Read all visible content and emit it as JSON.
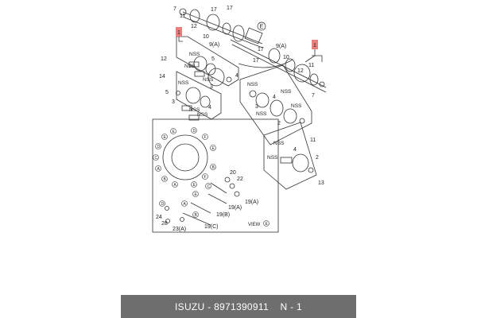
{
  "diagram": {
    "callouts": {
      "c7_top": "7",
      "c11_top": "11",
      "c12_top": "12",
      "c17_a": "17",
      "c17_b": "17",
      "c10_top": "10",
      "c9a_top": "9(A)",
      "c17_c": "17",
      "c9a_right": "9(A)",
      "c17_d": "17",
      "c10_right": "10",
      "c12_right": "12",
      "c11_right": "11",
      "c7_right": "7",
      "c11_bot": "11",
      "c13": "13",
      "c12_left": "12",
      "c14_left": "14",
      "c5_a": "5",
      "c3_a": "3",
      "c4_a": "4",
      "c5_b": "5",
      "c3_b": "3",
      "c4_b": "4",
      "c3_mid": "3",
      "c4_mid": "4",
      "c2_mid": "2",
      "c4_r": "4",
      "c2_r": "2",
      "c20": "20",
      "c22": "22",
      "c19a_1": "19(A)",
      "c19a_2": "19(A)",
      "c19b": "19(B)",
      "c19c": "19(C)",
      "c24": "24",
      "c28": "28",
      "c23a": "23(A)"
    },
    "part_markers": {
      "left": "1",
      "right": "1"
    },
    "letters": {
      "e_top": "E",
      "a1": "A",
      "a2": "A",
      "b1": "B",
      "b2": "B",
      "c1": "C",
      "c2": "C",
      "d1": "D",
      "d2": "D",
      "e1": "E",
      "e2": "E",
      "e3": "E",
      "e4": "E",
      "f1": "F",
      "f2": "F",
      "c_part": "C",
      "e_part": "E",
      "a_part": "A",
      "b_part": "B",
      "d_part": "D",
      "view_e": "E"
    },
    "nss": {
      "n1": "NSS",
      "n2": "NSS",
      "n3": "NSS",
      "n4": "NSS",
      "n5": "NSS",
      "n6": "NSS",
      "n7": "NSS",
      "n8": "NSS",
      "n9": "NSS",
      "n10": "NSS",
      "n11": "NSS",
      "n12": "NSS"
    },
    "view_label": "VIEW"
  },
  "footer": {
    "brand": "ISUZU",
    "separator": " - ",
    "part_number": "8971390911",
    "suffix": "N - 1"
  },
  "colors": {
    "footer_bg": "#6e6e6e",
    "marker": "#e8807e",
    "line": "#333333"
  }
}
